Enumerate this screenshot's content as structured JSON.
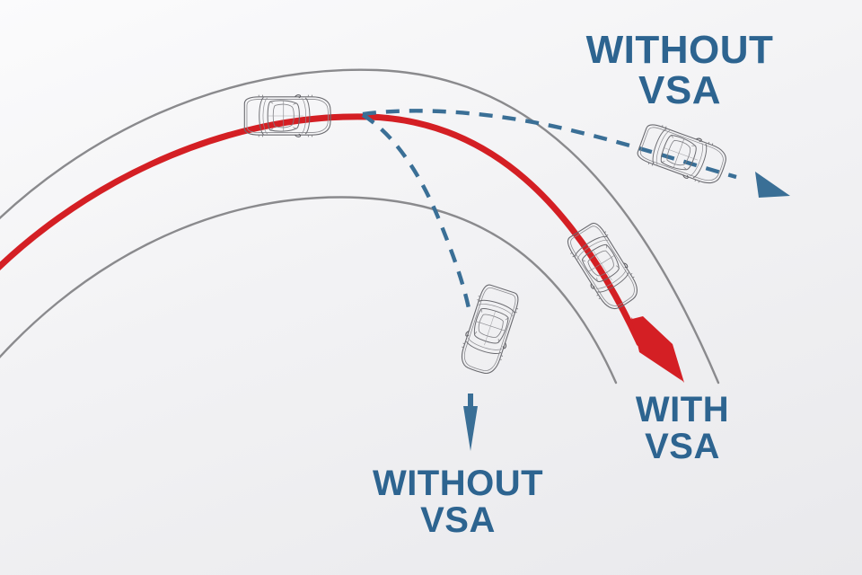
{
  "diagram": {
    "title_alt": "Vehicle Stability Assist cornering comparison",
    "background_color": "#efeff1",
    "colors": {
      "text_blue": "#2d6490",
      "path_blue": "#3a6f96",
      "path_red": "#d41f24",
      "road_gray": "#8a8a8d",
      "car_outline": "#6e6e72"
    }
  },
  "labels": {
    "without_vsa_top": {
      "line1": "WITHOUT",
      "line2": "VSA"
    },
    "without_vsa_bottom": {
      "line1": "WITHOUT",
      "line2": "VSA"
    },
    "with_vsa": {
      "line1": "WITH",
      "line2": "VSA"
    }
  },
  "paths": {
    "road_outer": {
      "name": "outer-road-edge",
      "style": "solid",
      "color": "#8a8a8d"
    },
    "road_inner": {
      "name": "inner-road-edge",
      "style": "solid",
      "color": "#8a8a8d"
    },
    "corrected_line": {
      "name": "with-vsa-trajectory",
      "style": "solid",
      "color": "#d41f24"
    },
    "understeer_line": {
      "name": "without-vsa-understeer-trajectory",
      "style": "dashed",
      "color": "#3a6f96"
    },
    "oversteer_line": {
      "name": "without-vsa-oversteer-trajectory",
      "style": "dashed",
      "color": "#3a6f96"
    }
  },
  "cars": [
    {
      "id": "car-entry",
      "label": "entry-car",
      "rotation_deg": 0
    },
    {
      "id": "car-understeer",
      "label": "understeer-car",
      "rotation_deg": 20
    },
    {
      "id": "car-stable",
      "label": "with-vsa-car",
      "rotation_deg": 58
    },
    {
      "id": "car-oversteer",
      "label": "oversteer-car",
      "rotation_deg": 108
    }
  ],
  "arrows": [
    {
      "id": "arrow-understeer",
      "color": "#3a6f96",
      "direction": "down-right"
    },
    {
      "id": "arrow-oversteer",
      "color": "#3a6f96",
      "direction": "down"
    },
    {
      "id": "arrow-with-vsa",
      "color": "#d41f24",
      "direction": "down-right"
    }
  ]
}
